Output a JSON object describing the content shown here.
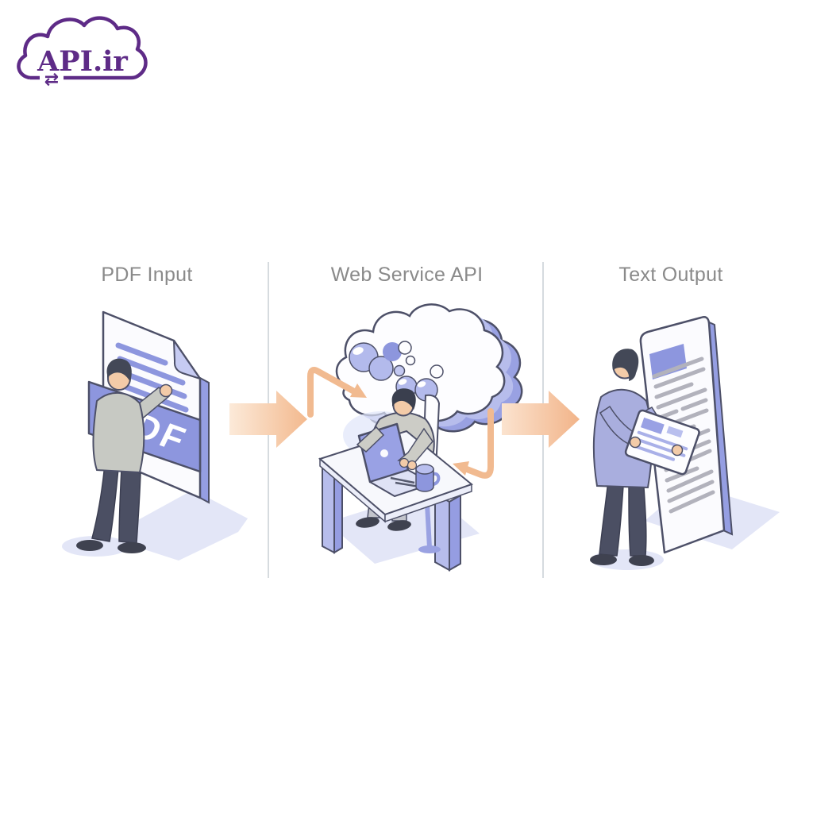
{
  "logo": {
    "text": "API.ir",
    "swap_glyph": "⇄",
    "color": "#5e2b87"
  },
  "sections": [
    {
      "id": "pdf-input",
      "title": "PDF Input"
    },
    {
      "id": "web-service-api",
      "title": "Web Service API"
    },
    {
      "id": "text-output",
      "title": "Text Output"
    }
  ],
  "pdf_document": {
    "badge_label": "PDF"
  },
  "diagram": {
    "type": "process-flow",
    "direction": "left-to-right",
    "steps": [
      "PDF Input",
      "Web Service API",
      "Text Output"
    ]
  },
  "icons": [
    "cloud-logo-icon",
    "sync-arrows-icon",
    "pdf-document-icon",
    "processing-cloud-icon",
    "flow-arrow-icon",
    "upload-arrow-icon",
    "download-arrow-icon",
    "text-document-icon",
    "tablet-icon",
    "laptop-icon",
    "mug-icon"
  ],
  "colors": {
    "background": "#ffffff",
    "title_text": "#8a8a8a",
    "divider": "#d6dbdf",
    "logo_purple": "#5e2b87",
    "purple_primary": "#8d96de",
    "purple_light": "#b7bdec",
    "arrow_orange_light": "#fcead9",
    "arrow_orange": "#f3b98e",
    "outline_ink": "#4d5068",
    "text_line_gray": "#b2b2bc",
    "shadow_lavender": "#e3e6f7"
  }
}
